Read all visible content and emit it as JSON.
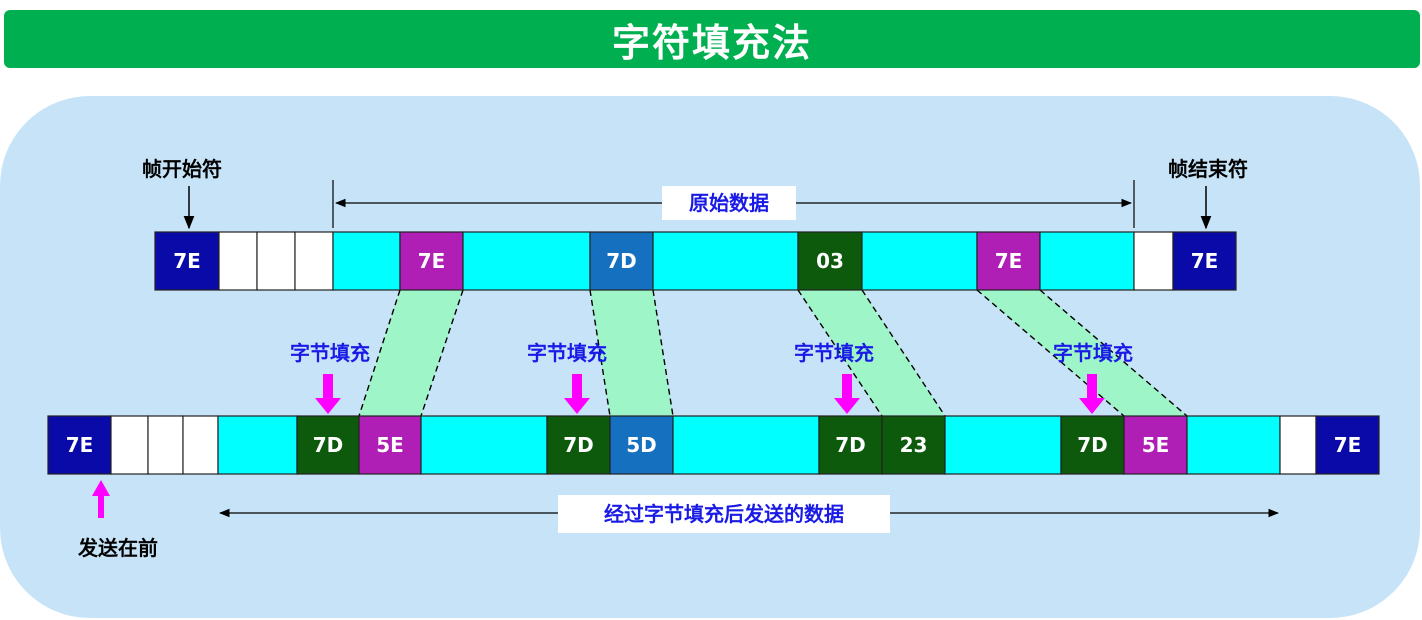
{
  "title": "字符填充法",
  "labels": {
    "frame_start": "帧开始符",
    "frame_end": "帧结束符",
    "original_data": "原始数据",
    "stuffed_data": "经过字节填充后发送的数据",
    "send_first": "发送在前"
  },
  "stuffing_labels": [
    "字节填充",
    "字节填充",
    "字节填充",
    "字节填充"
  ],
  "colors": {
    "title_bar": "#00b050",
    "panel": "#c6e3f7",
    "flag": "#0a0aa8",
    "payload": "#00ffff",
    "magenta_byte": "#b01fb5",
    "dark_green_byte": "#0d5a0d",
    "blue_byte": "#1670c0",
    "white_cell": "#ffffff",
    "stuff_band": "#9ef5c8",
    "arrow": "#ff00ff",
    "label_blue": "#1a1ae6"
  },
  "top_row": [
    {
      "text": "7E",
      "color": "flag"
    },
    {
      "text": "",
      "color": "white_cell"
    },
    {
      "text": "",
      "color": "white_cell"
    },
    {
      "text": "",
      "color": "white_cell"
    },
    {
      "text": "",
      "color": "payload"
    },
    {
      "text": "7E",
      "color": "magenta_byte"
    },
    {
      "text": "",
      "color": "payload"
    },
    {
      "text": "7D",
      "color": "blue_byte"
    },
    {
      "text": "",
      "color": "payload"
    },
    {
      "text": "03",
      "color": "dark_green_byte"
    },
    {
      "text": "",
      "color": "payload"
    },
    {
      "text": "7E",
      "color": "magenta_byte"
    },
    {
      "text": "",
      "color": "payload"
    },
    {
      "text": "",
      "color": "white_cell"
    },
    {
      "text": "7E",
      "color": "flag"
    }
  ],
  "bottom_row": [
    {
      "text": "7E",
      "color": "flag"
    },
    {
      "text": "",
      "color": "white_cell"
    },
    {
      "text": "",
      "color": "white_cell"
    },
    {
      "text": "",
      "color": "white_cell"
    },
    {
      "text": "",
      "color": "payload"
    },
    {
      "text": "7D",
      "color": "dark_green_byte"
    },
    {
      "text": "5E",
      "color": "magenta_byte"
    },
    {
      "text": "",
      "color": "payload"
    },
    {
      "text": "7D",
      "color": "dark_green_byte"
    },
    {
      "text": "5D",
      "color": "blue_byte"
    },
    {
      "text": "",
      "color": "payload"
    },
    {
      "text": "7D",
      "color": "dark_green_byte"
    },
    {
      "text": "23",
      "color": "dark_green_byte"
    },
    {
      "text": "",
      "color": "payload"
    },
    {
      "text": "7D",
      "color": "dark_green_byte"
    },
    {
      "text": "5E",
      "color": "magenta_byte"
    },
    {
      "text": "",
      "color": "payload"
    },
    {
      "text": "",
      "color": "white_cell"
    },
    {
      "text": "7E",
      "color": "flag"
    }
  ]
}
